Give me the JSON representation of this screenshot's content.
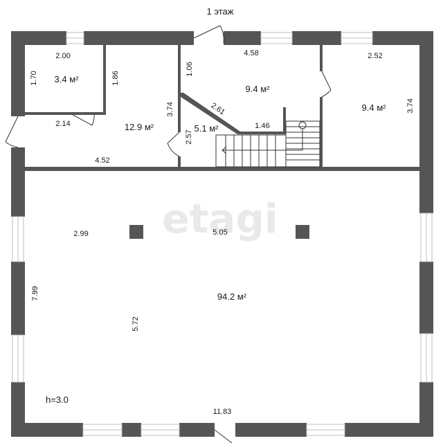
{
  "title": "1 этаж",
  "watermark": "etagi",
  "height_note": "h=3.0",
  "colors": {
    "wall": "#555555",
    "window": "#bfbfbf",
    "line": "#333333"
  },
  "rooms": [
    {
      "id": "closet",
      "area": "3.4 м²"
    },
    {
      "id": "hall-left",
      "area": "12.9 м²"
    },
    {
      "id": "storage",
      "area": "5.1 м²"
    },
    {
      "id": "hall-center",
      "area": "9.4 м²"
    },
    {
      "id": "room-right",
      "area": "9.4 м²"
    },
    {
      "id": "main-hall",
      "area": "94.2 м²"
    }
  ],
  "dimensions": {
    "closet_width": "2.00",
    "closet_height": "1.70",
    "closet_depth": "1.86",
    "closet_bottom": "2.14",
    "hall_left_width": "4.52",
    "hall_left_height": "3.74",
    "center_depth": "1.06",
    "center_width": "4.58",
    "diagonal": "2.61",
    "storage_height": "2.57",
    "stair_width": "1.46",
    "right_width": "2.52",
    "right_height": "3.74",
    "main_upper_left": "2.99",
    "main_upper_center": "5.05",
    "main_height": "7.99",
    "main_inner": "5.72",
    "main_width": "11.83"
  }
}
